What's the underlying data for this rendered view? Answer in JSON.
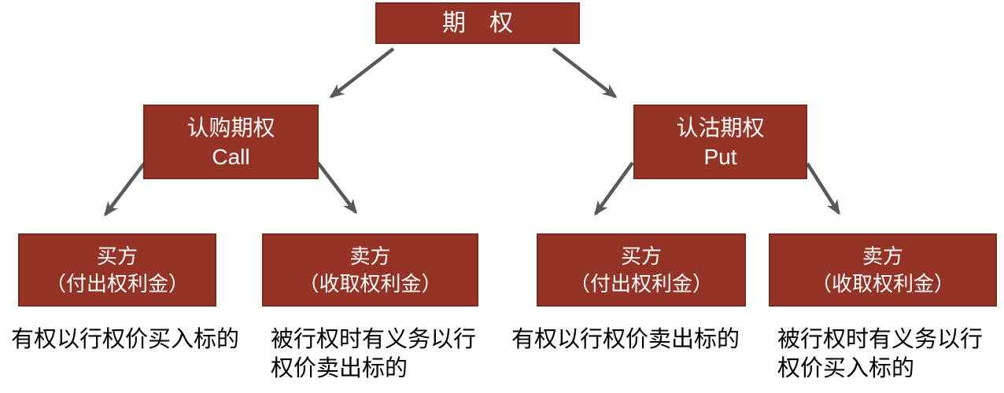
{
  "colors": {
    "box_fill": "#953426",
    "box_border": "#7d2a1d",
    "box_text": "#ffffff",
    "arrow": "#595959",
    "caption_text": "#000000",
    "background": "#ffffff"
  },
  "diagram": {
    "root": {
      "label": "期　权"
    },
    "level2": [
      {
        "title": "认购期权",
        "subtitle": "Call"
      },
      {
        "title": "认沽期权",
        "subtitle": "Put"
      }
    ],
    "level3": [
      {
        "title": "买方",
        "subtitle": "（付出权利金）"
      },
      {
        "title": "卖方",
        "subtitle": "（收取权利金）"
      },
      {
        "title": "买方",
        "subtitle": "（付出权利金）"
      },
      {
        "title": "卖方",
        "subtitle": "（收取权利金）"
      }
    ],
    "captions": [
      {
        "line1": "有权以行权价买入标的",
        "line2": ""
      },
      {
        "line1": "被行权时有义务以行",
        "line2": "权价卖出标的"
      },
      {
        "line1": "有权以行权价卖出标的",
        "line2": ""
      },
      {
        "line1": "被行权时有义务以行",
        "line2": "权价买入标的"
      }
    ]
  }
}
